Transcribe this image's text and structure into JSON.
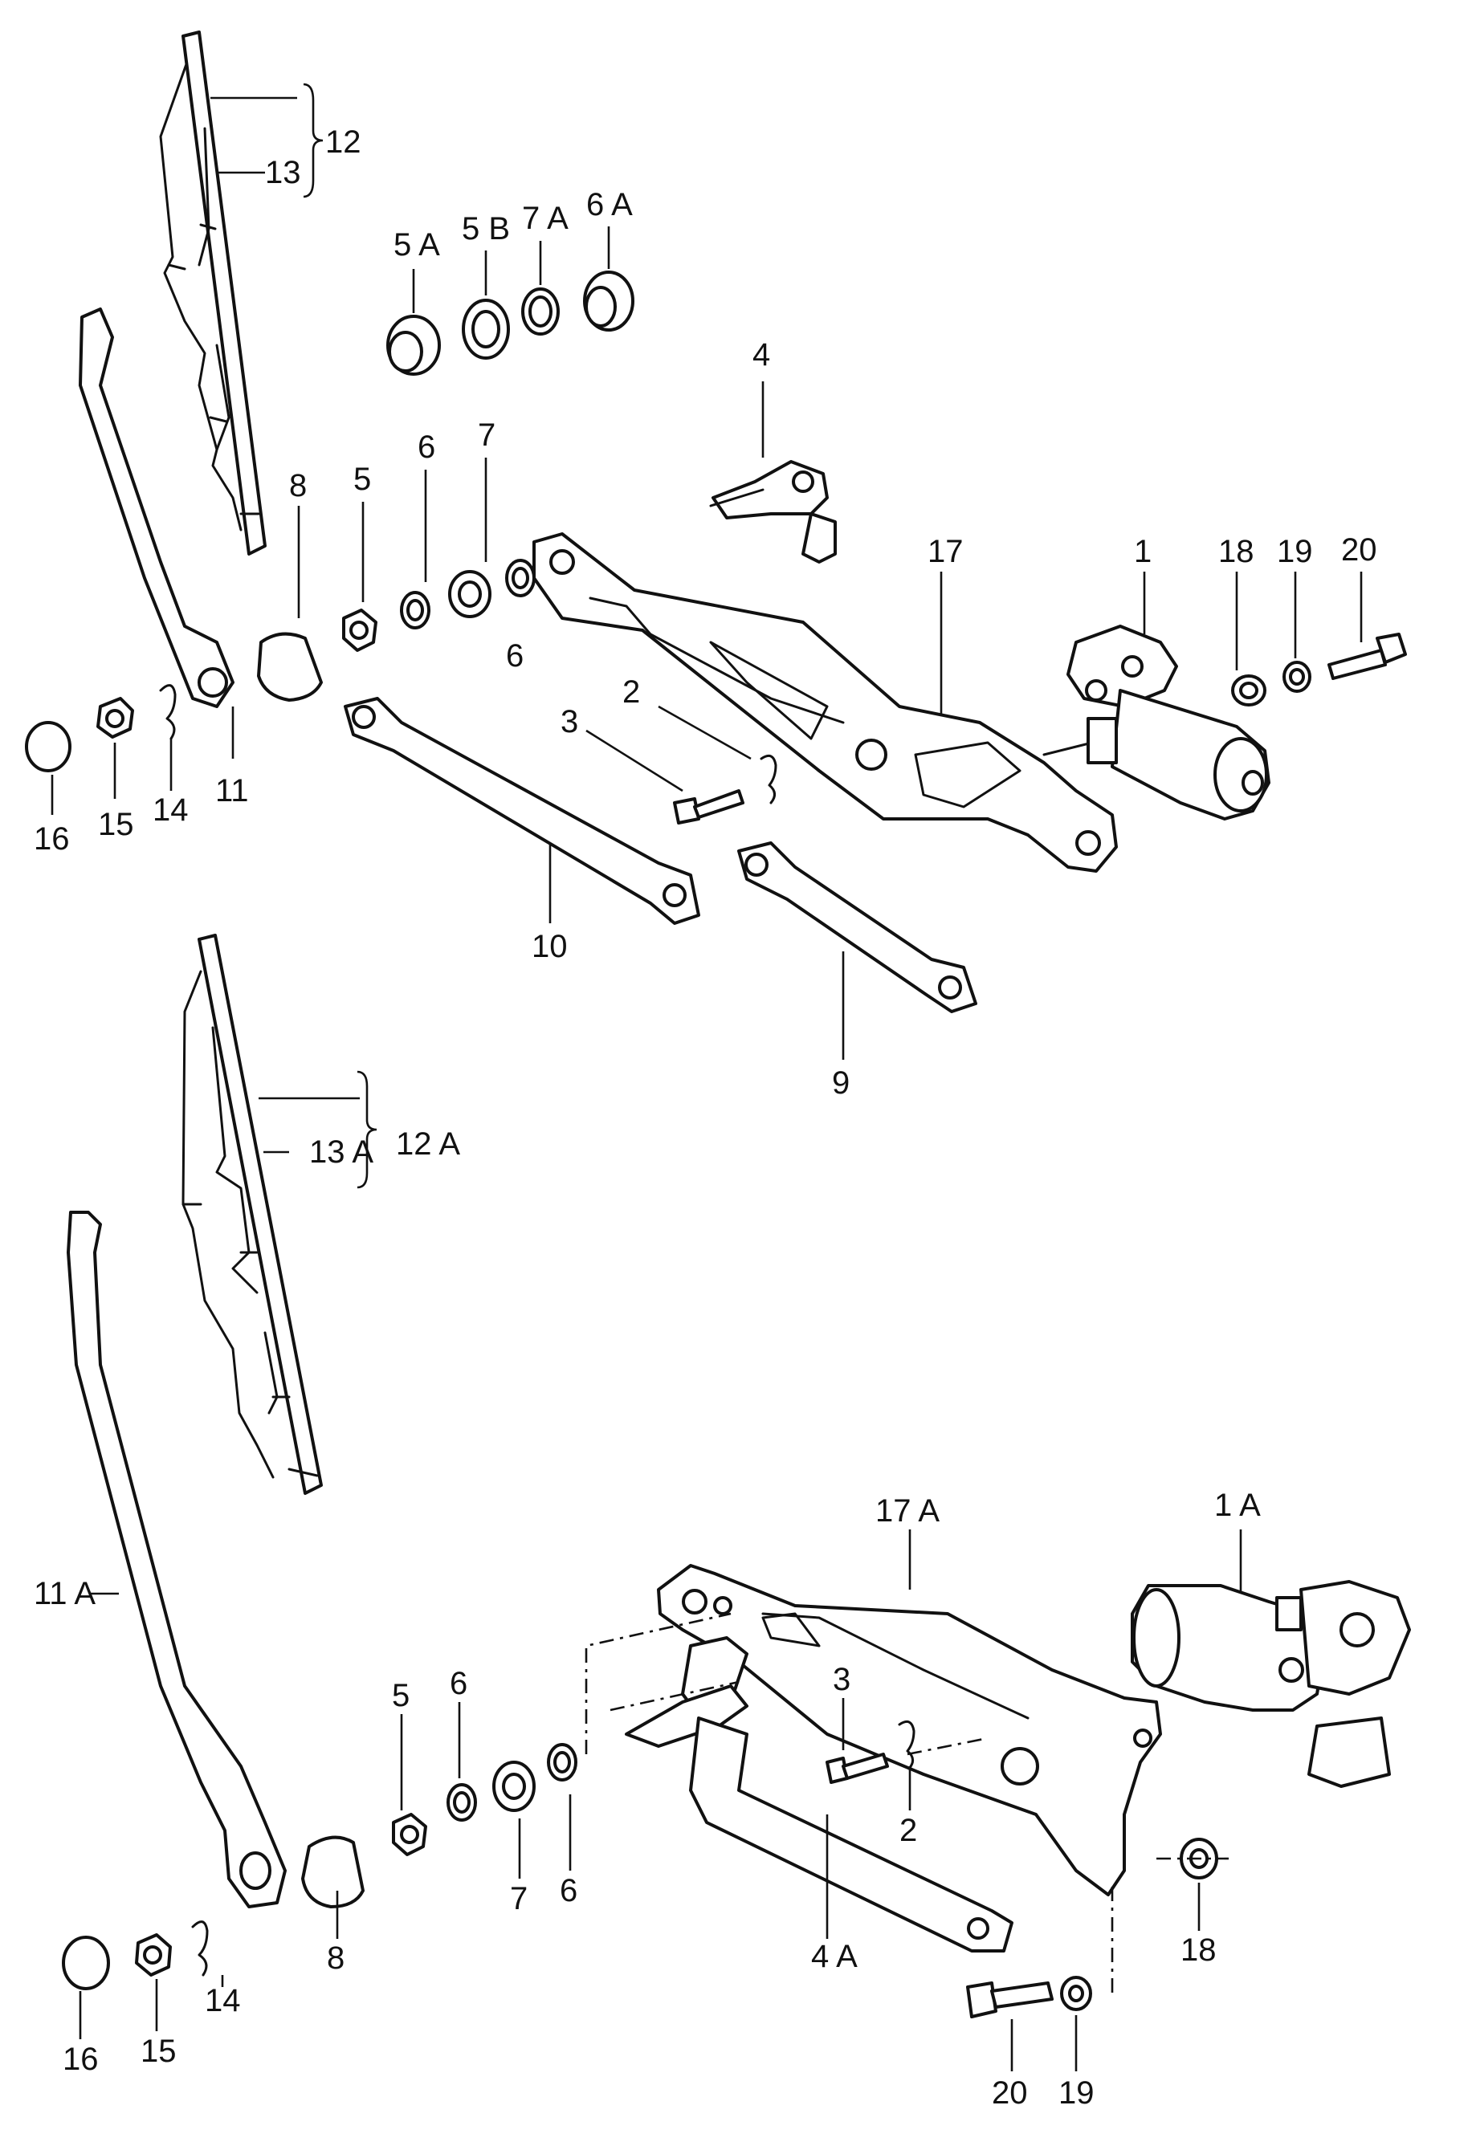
{
  "labels": {
    "p12": "12",
    "p13": "13",
    "p5A": "5 A",
    "p5B": "5 B",
    "p7A": "7 A",
    "p6A": "6 A",
    "top_4": "4",
    "top_8": "8",
    "top_5": "5",
    "top_6a": "6",
    "top_7": "7",
    "top_6b": "6",
    "top_17": "17",
    "top_1": "1",
    "top_18": "18",
    "top_19": "19",
    "top_20": "20",
    "top_3": "3",
    "top_2": "2",
    "top_16": "16",
    "top_15": "15",
    "top_14": "14",
    "top_11": "11",
    "top_10": "10",
    "top_9": "9",
    "p13A": "13 A",
    "p12A": "12 A",
    "p11A": "11 A",
    "p17A": "17 A",
    "p1A": "1 A",
    "bot_5": "5",
    "bot_6a": "6",
    "bot_3": "3",
    "bot_7": "7",
    "bot_6b": "6",
    "bot_2": "2",
    "bot_8": "8",
    "bot_4A": "4 A",
    "bot_18": "18",
    "bot_14": "14",
    "bot_15": "15",
    "bot_16": "16",
    "bot_20": "20",
    "bot_19": "19"
  }
}
